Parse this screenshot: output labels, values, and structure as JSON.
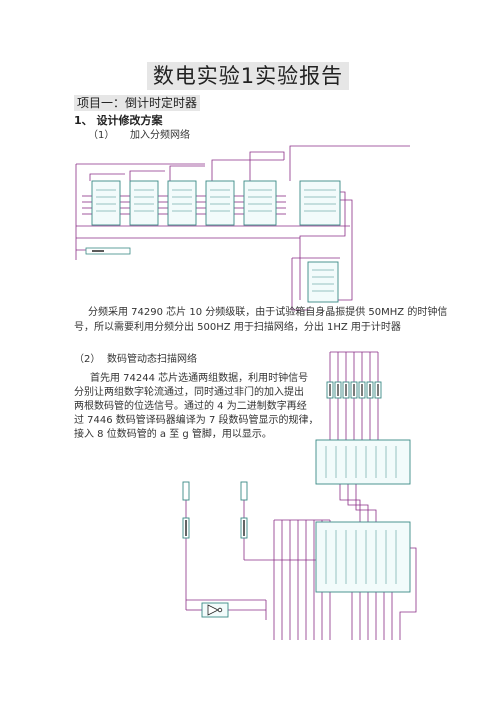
{
  "doc": {
    "title": "数电实验1实验报告",
    "project": "项目一：倒计时定时器",
    "section1": "1、 设计修改方案",
    "sub1_num": "（1）",
    "sub1_text": "加入分频网络",
    "para1_line1": "分频采用 74290 芯片 10 分频级联，由于试验箱自身晶振提供 50MHZ 的时钟信",
    "para1_line2": "号，所以需要利用分频分出 500HZ 用于扫描网络，分出 1HZ 用于计时器",
    "sub2_num": "（2）",
    "sub2_text": "数码管动态扫描网络",
    "para2_lines": [
      "首先用 74244 芯片选通两组数据，利用时钟信号",
      "分别让两组数字轮流通过，同时通过非门的加入提出",
      "两根数码管的位选信号。通过的 4 为二进制数字再经",
      "过 7446 数码管译码器编译为 7 段数码管显示的规律，",
      "接入 8 位数码管的 a 至 g 管脚，用以显示。"
    ]
  },
  "colors": {
    "wire": "#8a2d86",
    "chip": "#3a8a86",
    "chip_fill": "#f2fbfb",
    "highlight": "#e6e6e6"
  }
}
